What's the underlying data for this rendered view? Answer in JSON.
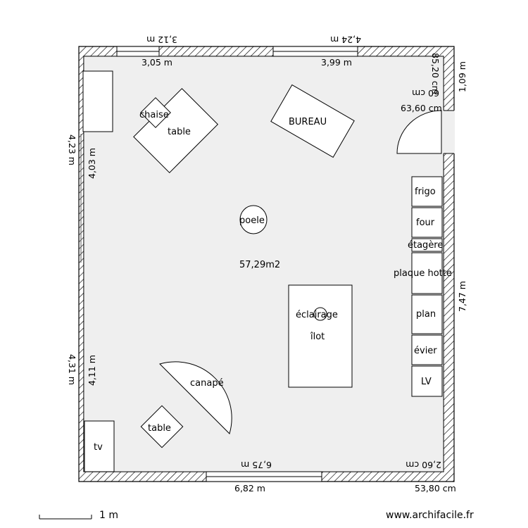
{
  "room": {
    "area": "57,29m2"
  },
  "furniture": {
    "chaise": "chaise",
    "table_top": "table",
    "bureau": "BUREAU",
    "poele": "poele",
    "eclairage": "éclairage",
    "ilot": "îlot",
    "canape": "canapé",
    "table_bottom": "table",
    "tv": "tv",
    "frigo": "frigo",
    "four": "four",
    "etagere": "étagère",
    "plaque": "plaque hotte",
    "plan": "plan",
    "evier": "évier",
    "lv": "LV"
  },
  "dimensions": {
    "top_outer_left": "3,12 m",
    "top_outer_right": "4,24 m",
    "top_inner_left": "3,05 m",
    "top_inner_right": "3,99 m",
    "right_outer_top": "1,09 m",
    "right_inner_top": "85,20 cm",
    "door_a": "60 cm",
    "door_b": "63,60 cm",
    "right_outer": "7,47 m",
    "left_outer_top": "4,23 m",
    "left_inner_top": "4,03 m",
    "left_outer_bottom": "4,31 m",
    "left_inner_bottom": "4,11 m",
    "bottom_inner": "6,75 m",
    "bottom_outer": "6,82 m",
    "bottom_right_inner": "2,60 cm",
    "bottom_right_outer": "53,80 cm"
  },
  "footer": {
    "scale": "1 m",
    "watermark": "www.archifacile.fr"
  }
}
